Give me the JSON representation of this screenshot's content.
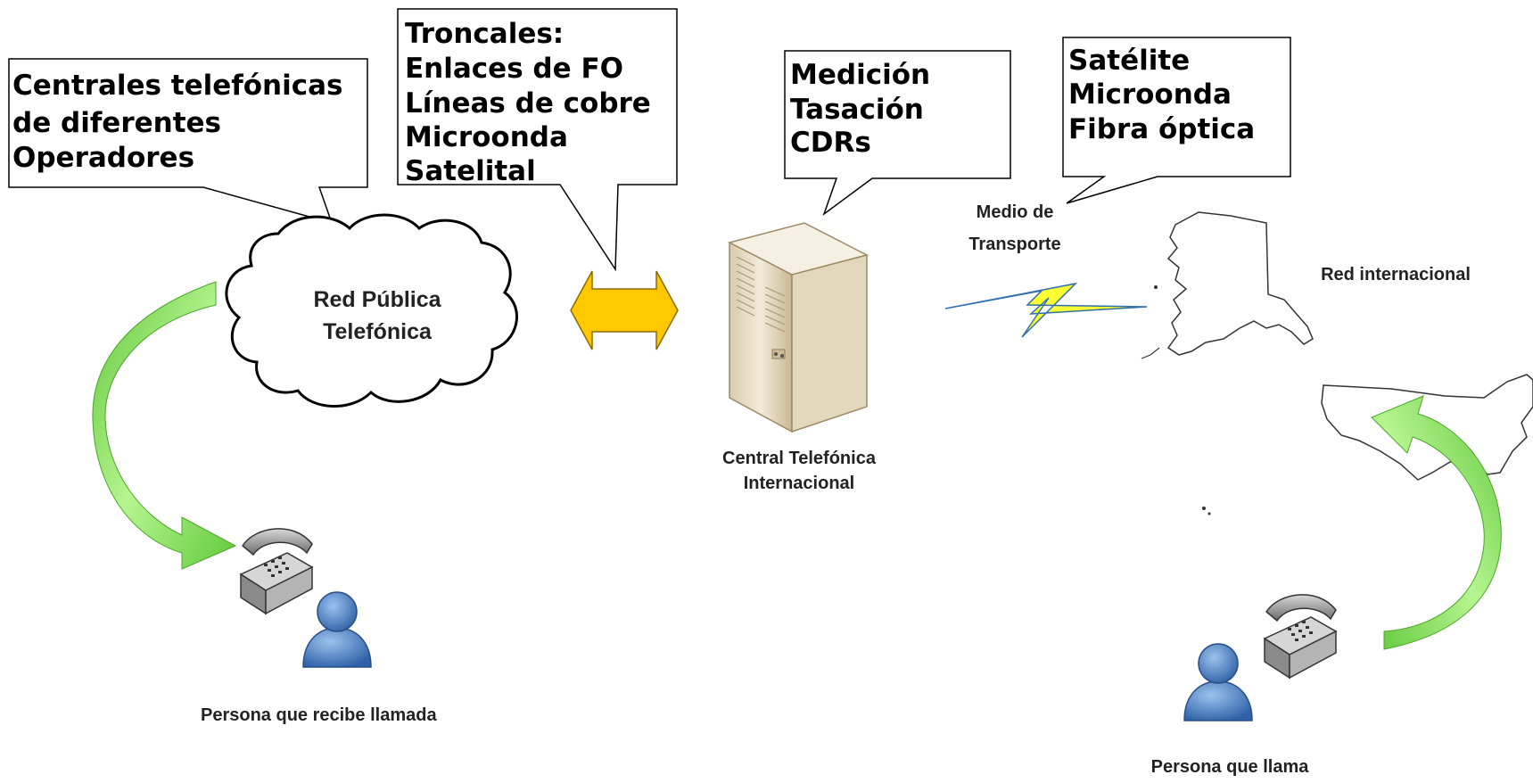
{
  "callouts": {
    "centrales": [
      "Centrales telefónicas",
      "de diferentes",
      "Operadores"
    ],
    "troncales": [
      "Troncales:",
      "Enlaces de FO",
      "Líneas de cobre",
      "Microonda",
      "Satelital"
    ],
    "medicion": [
      "Medición",
      "Tasación",
      "CDRs"
    ],
    "satelite": [
      "Satélite",
      "Microonda",
      "Fibra óptica"
    ]
  },
  "cloud": {
    "line1": "Red Pública",
    "line2": "Telefónica"
  },
  "central": {
    "line1": "Central Telefónica",
    "line2": "Internacional"
  },
  "transport": {
    "line1": "Medio de",
    "line2": "Transporte"
  },
  "red_internacional": "Red internacional",
  "persona_recibe": "Persona que recibe llamada",
  "persona_llama": "Persona que llama",
  "colors": {
    "green_arrow": "#7fd94f",
    "double_arrow": "#ffc800",
    "lightning": "#ffff33",
    "person": "#4f86c6",
    "server": "#eae0c8"
  }
}
